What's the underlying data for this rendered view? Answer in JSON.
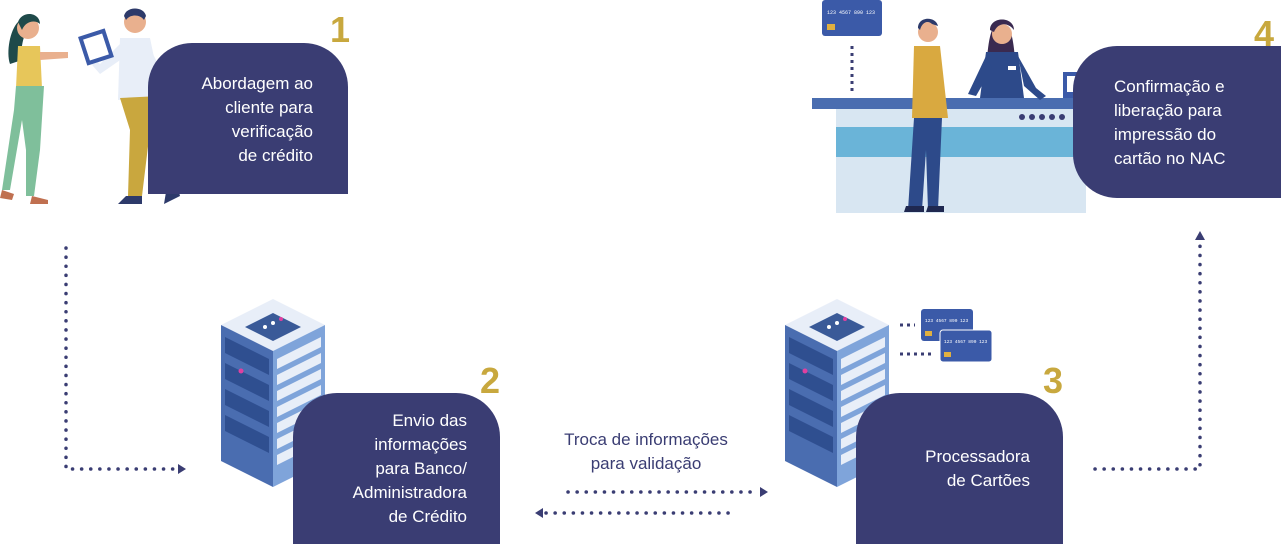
{
  "steps": [
    {
      "number": "1",
      "lines": [
        "Abordagem ao",
        "cliente para",
        "verificação",
        "de crédito"
      ]
    },
    {
      "number": "2",
      "lines": [
        "Envio das",
        "informações",
        "para Banco/",
        "Administradora",
        "de Crédito"
      ]
    },
    {
      "number": "3",
      "lines": [
        "Processadora",
        "de Cartões"
      ]
    },
    {
      "number": "4",
      "lines": [
        "Confirmação e",
        "liberação para",
        "impressão do",
        "cartão no NAC"
      ]
    }
  ],
  "exchange": {
    "lines": [
      "Troca de informações",
      "para validação"
    ]
  },
  "card_number": "123 4567 890 123",
  "colors": {
    "navy": "#3a3d73",
    "gold": "#c8a83e",
    "server_blue": "#5a82c2",
    "counter_blue": "#6ab4d8"
  }
}
